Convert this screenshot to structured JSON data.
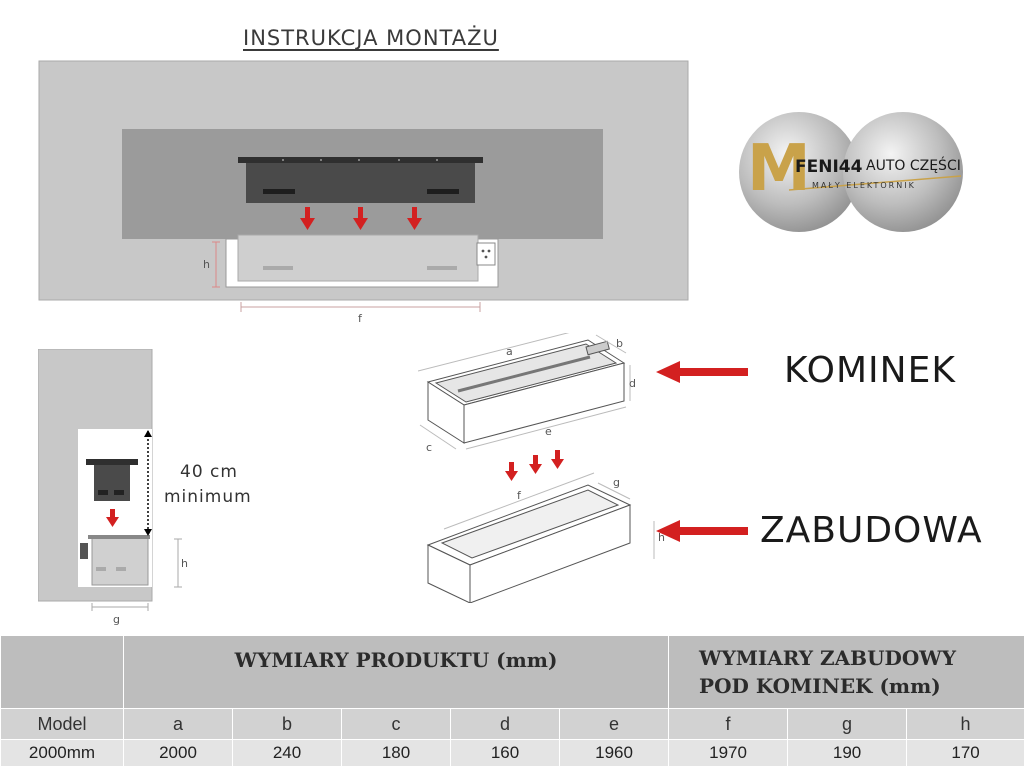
{
  "title": "INSTRUKCJA MONTAŻU",
  "logo": {
    "brand": "FENI44",
    "tag": "AUTO CZĘŚCI",
    "sub": "MAŁY ELEKTORNIK",
    "letter": "M"
  },
  "top_diagram": {
    "label_h": "h",
    "label_f": "f"
  },
  "side_diagram": {
    "distance": "40 cm",
    "distance_note": "minimum",
    "label_h": "h",
    "label_g": "g"
  },
  "iso_labels": {
    "a": "a",
    "b": "b",
    "c": "c",
    "d": "d",
    "e": "e",
    "f": "f",
    "g": "g",
    "h": "h"
  },
  "callouts": {
    "kominek": "KOMINEK",
    "zabudowa": "ZABUDOWA"
  },
  "table": {
    "header_product": "WYMIARY PRODUKTU (mm)",
    "header_build_1": "WYMIARY ZABUDOWY",
    "header_build_2": "POD KOMINEK (mm)",
    "columns": [
      "Model",
      "a",
      "b",
      "c",
      "d",
      "e",
      "f",
      "g",
      "h"
    ],
    "rows": [
      [
        "2000mm",
        "2000",
        "240",
        "180",
        "160",
        "1960",
        "1970",
        "190",
        "170"
      ]
    ]
  },
  "colors": {
    "arrow": "#d32020",
    "panel": "#c8c8c8",
    "inner": "#9a9a9a",
    "device": "#3f3f3f"
  }
}
